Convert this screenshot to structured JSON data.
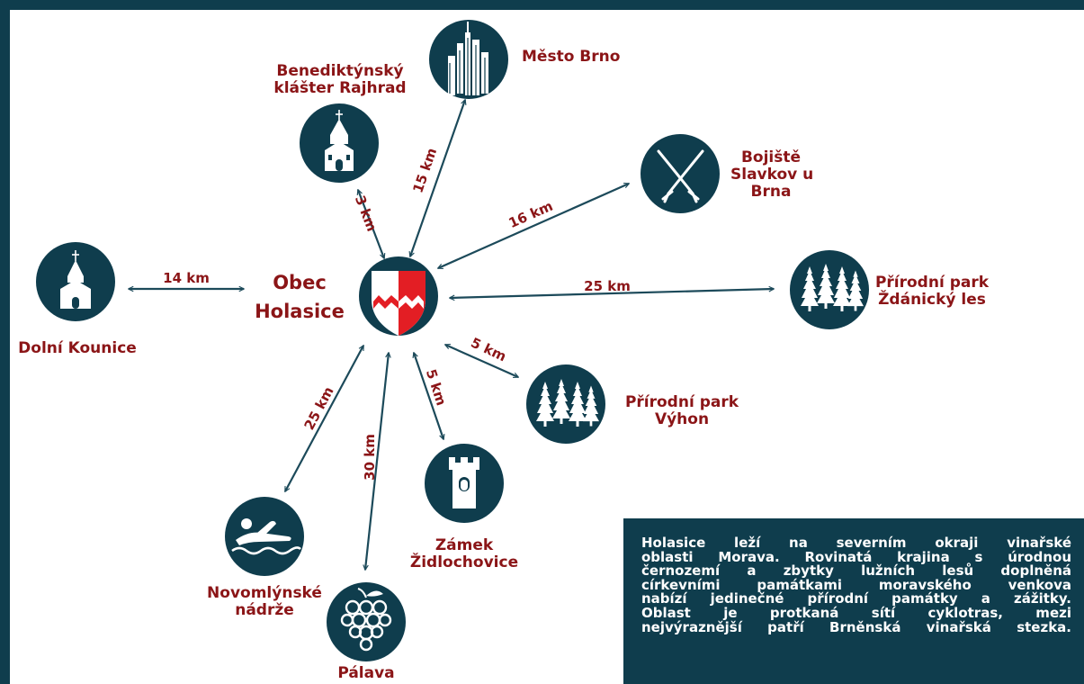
{
  "center": {
    "line1": "Obec",
    "line2": "Holasice"
  },
  "destinations": {
    "dolni_kounice": {
      "label": "Dolní Kounice",
      "distance": "14 km"
    },
    "rajhrad": {
      "line1": "Benediktýnský",
      "line2": "klášter Rajhrad",
      "distance": "3 km"
    },
    "brno": {
      "label": "Město Brno",
      "distance": "15 km"
    },
    "slavkov": {
      "line1": "Bojiště",
      "line2": "Slavkov u",
      "line3": "Brna",
      "distance": "16 km"
    },
    "zdanicky": {
      "line1": "Přírodní park",
      "line2": "Ždánický les",
      "distance": "25 km"
    },
    "vyhon": {
      "line1": "Přírodní park",
      "line2": "Výhon",
      "distance": "5 km"
    },
    "zidlochovice": {
      "line1": "Zámek",
      "line2": "Židlochovice",
      "distance": "5 km"
    },
    "palava": {
      "label": "Pálava",
      "distance": "30 km"
    },
    "novomlynske": {
      "line1": "Novomlýnské",
      "line2": "nádrže",
      "distance": "25 km"
    }
  },
  "info_text": [
    "Holasice leží na severním okraji vinařské",
    "oblasti Morava. Rovinatá krajina s úrodnou",
    "černozemí a zbytky lužních lesů doplněná",
    "církevními památkami moravského venkova",
    "nabízí jedinečné přírodní památky a zážitky.",
    "Oblast je protkaná sítí cyklotras, mezi",
    "nejvýraznější patří Brněnská vinařská stezka."
  ],
  "colors": {
    "circle": "#0f3d4d",
    "frame": "#0f3d4d",
    "label": "#8b1517",
    "arrow": "#1c4a5a",
    "coat_red": "#e31e24"
  },
  "icons": {
    "center": "coat-of-arms-icon",
    "dolni_kounice": "church-icon",
    "rajhrad": "church-icon",
    "brno": "skyscraper-icon",
    "slavkov": "crossed-sabers-icon",
    "zdanicky": "forest-icon",
    "vyhon": "forest-icon",
    "zidlochovice": "castle-tower-icon",
    "palava": "grapes-icon",
    "novomlynske": "swimmer-icon"
  }
}
